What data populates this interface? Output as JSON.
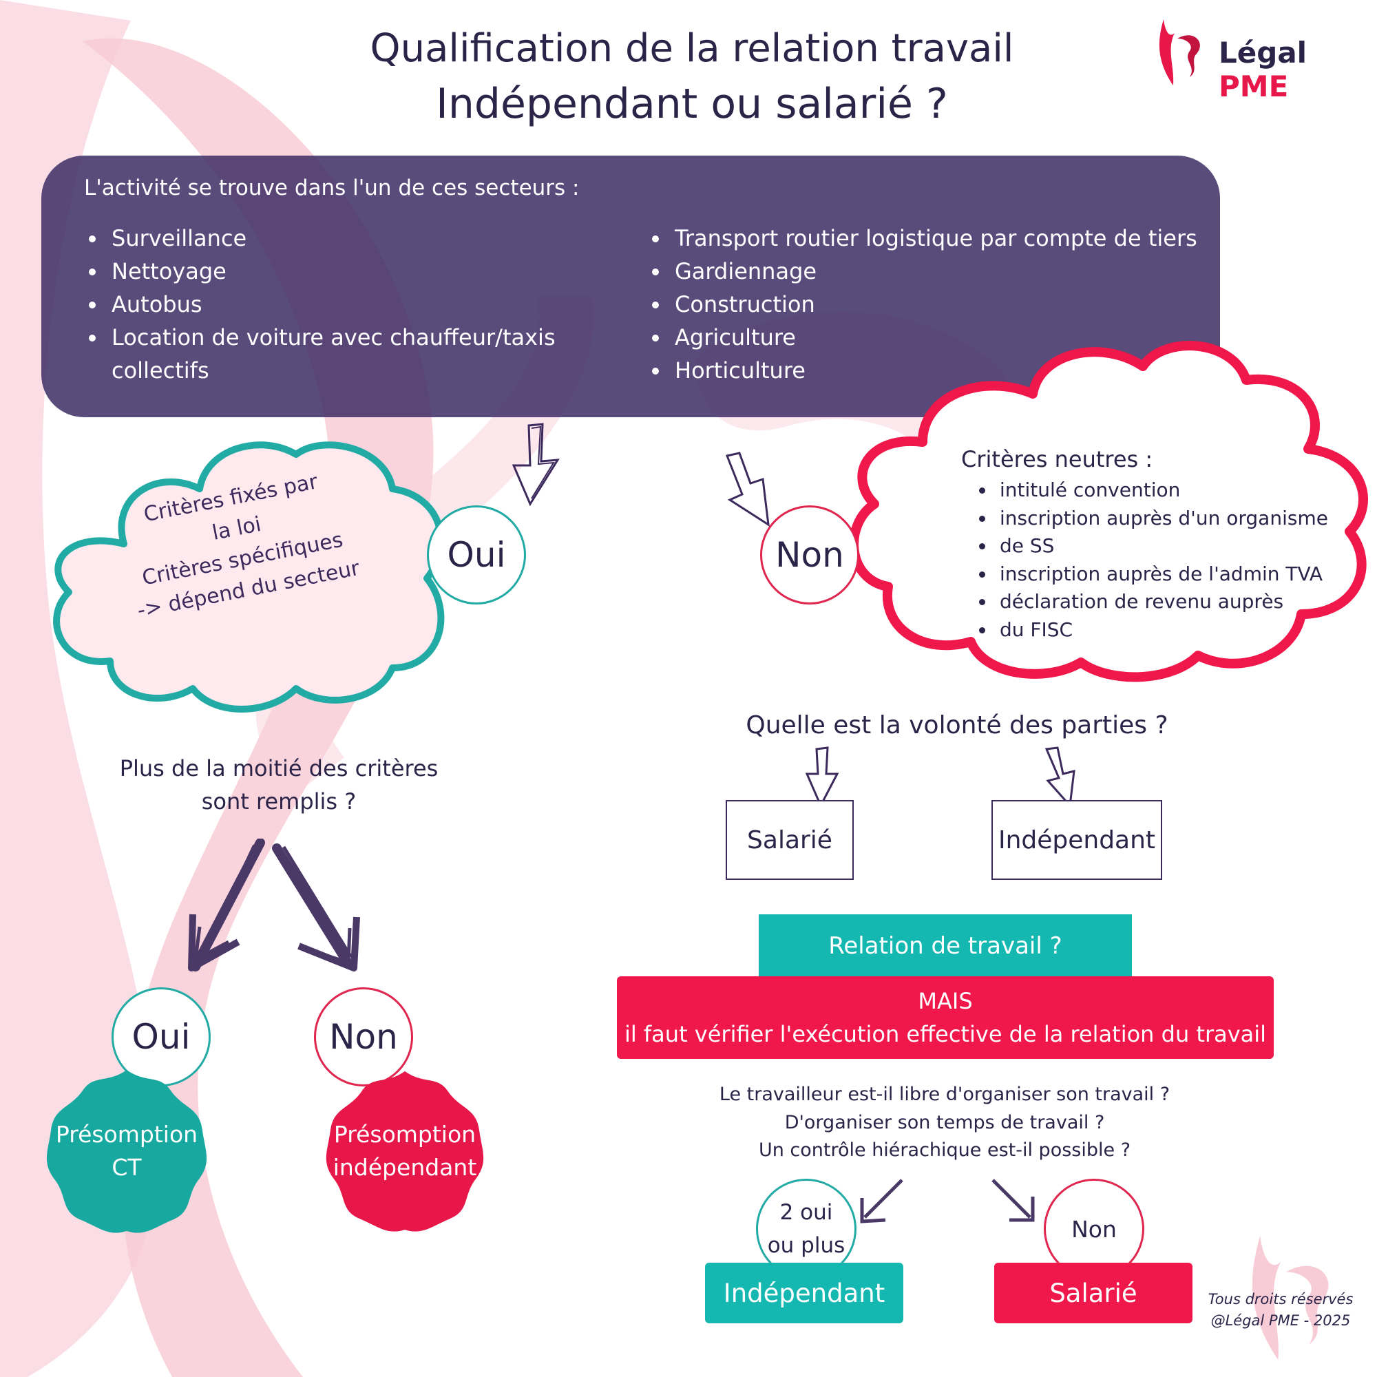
{
  "header": {
    "title_line1": "Qualification de la relation travail",
    "title_line2": "Indépendant ou salarié ?",
    "logo_text_main": "Légal",
    "logo_text_accent": "PME"
  },
  "sectors": {
    "intro": "L'activité se trouve dans l'un de ces secteurs :",
    "left": [
      "Surveillance",
      "Nettoyage",
      "Autobus",
      "Location de voiture avec chauffeur/taxis collectifs"
    ],
    "right": [
      "Transport routier logistique par compte de tiers",
      "Gardiennage",
      "Construction",
      "Agriculture",
      "Horticulture"
    ]
  },
  "yes_branch": {
    "circle_label": "Oui",
    "cloud_lines": [
      "Critères fixés par",
      "la loi",
      "Critères spécifiques",
      "-> dépend du secteur"
    ],
    "question_line1": "Plus de la moitié des critères",
    "question_line2": "sont remplis ?",
    "answer_yes": "Oui",
    "answer_no": "Non",
    "result_yes_line1": "Présomption",
    "result_yes_line2": "CT",
    "result_no_line1": "Présomption",
    "result_no_line2": "indépendant"
  },
  "no_branch": {
    "circle_label": "Non",
    "cloud_title": "Critères neutres :",
    "cloud_items": [
      "intitulé convention",
      "inscription auprès d'un organisme",
      "de SS",
      "inscription auprès de l'admin TVA",
      "déclaration de revenu auprès",
      "du FISC"
    ],
    "will_question": "Quelle est la volonté des parties ?",
    "option_salarie": "Salarié",
    "option_independant": "Indépendant",
    "relation_label": "Relation de travail ?",
    "mais_line1": "MAIS",
    "mais_line2": "il faut vérifier l'exécution effective de la relation du travail",
    "check_line1": "Le travailleur est-il libre d'organiser son travail ?",
    "check_line2": "D'organiser son temps de travail ?",
    "check_line3": "Un contrôle hiérachique est-il possible ?",
    "answer_yes_line1": "2 oui",
    "answer_yes_line2": "ou plus",
    "answer_no": "Non",
    "result_independant": "Indépendant",
    "result_salarie": "Salarié"
  },
  "footer": {
    "line1": "Tous droits réservés",
    "line2": "@Légal PME - 2025"
  },
  "colors": {
    "navy": "#2b2348",
    "purple_box": "#403066",
    "teal": "#14b8b0",
    "red": "#f0174a",
    "pink_bg": "#f9d3dc"
  },
  "icons": {
    "logo": "swirl-logo-icon",
    "arrows": "hand-drawn-arrow-icon"
  }
}
